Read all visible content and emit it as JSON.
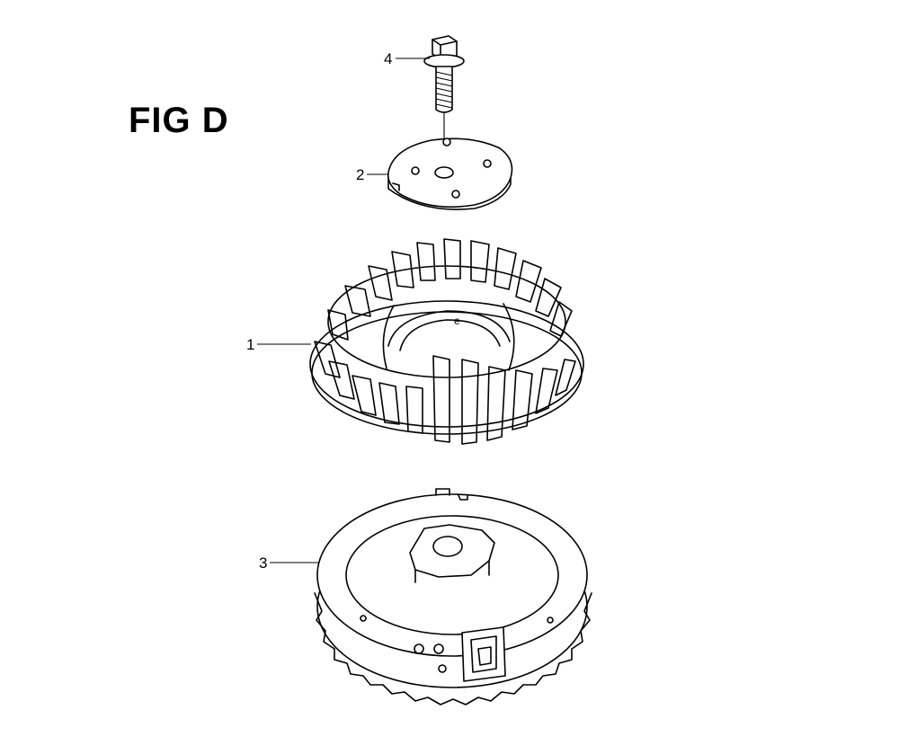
{
  "figure": {
    "title": "FIG D"
  },
  "callouts": [
    {
      "number": "1",
      "part": "fan"
    },
    {
      "number": "2",
      "part": "plate"
    },
    {
      "number": "3",
      "part": "flywheel"
    },
    {
      "number": "4",
      "part": "bolt"
    }
  ]
}
